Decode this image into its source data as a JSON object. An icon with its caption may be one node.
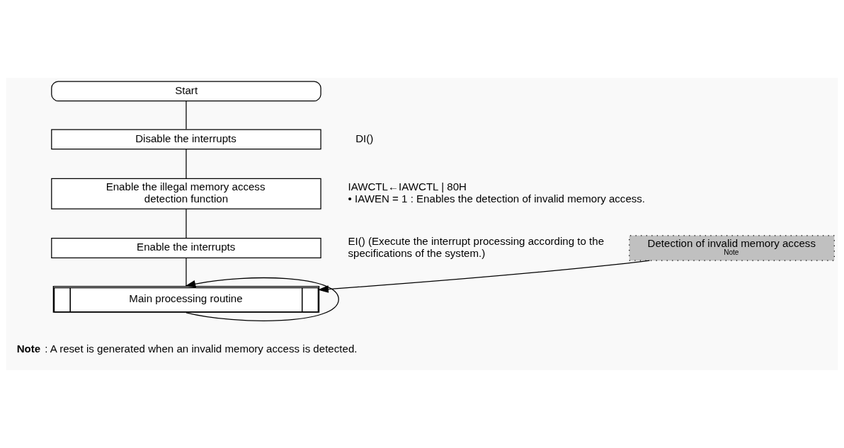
{
  "diagram": {
    "nodes": [
      {
        "text": [
          "Start"
        ]
      },
      {
        "text": [
          "Disable the interrupts"
        ],
        "beside": [
          "DI()"
        ]
      },
      {
        "text": [
          "Enable the illegal memory access detection function"
        ],
        "beside": [
          "IAWCTL←IAWCTL | 80H",
          "• IAWEN = 1 : Enables the detection of invalid memory access."
        ]
      },
      {
        "text": [
          "Enable the interrupts"
        ],
        "beside": [
          "EI() (Execute the interrupt processing according to the specifications of the system.)"
        ]
      },
      {
        "text": [
          "Main processing routine"
        ]
      },
      {
        "text": [
          "Detection of invalid memory access $^{Note}$"
        ]
      }
    ],
    "edges": [
      {
        "from": 0,
        "to": 1,
        "arrow": "none"
      },
      {
        "from": 1,
        "to": 2,
        "arrow": "none"
      },
      {
        "from": 2,
        "to": 3,
        "arrow": "none"
      },
      {
        "from": 3,
        "to": 4,
        "arrow": "none"
      },
      {
        "from": 4,
        "to": 4,
        "arrow": "to"
      },
      {
        "from": 5,
        "to": 4,
        "arrow": "to"
      }
    ],
    "labels": [
      "**Note** : A reset is generated when an invalid memory access is detected."
    ]
  }
}
